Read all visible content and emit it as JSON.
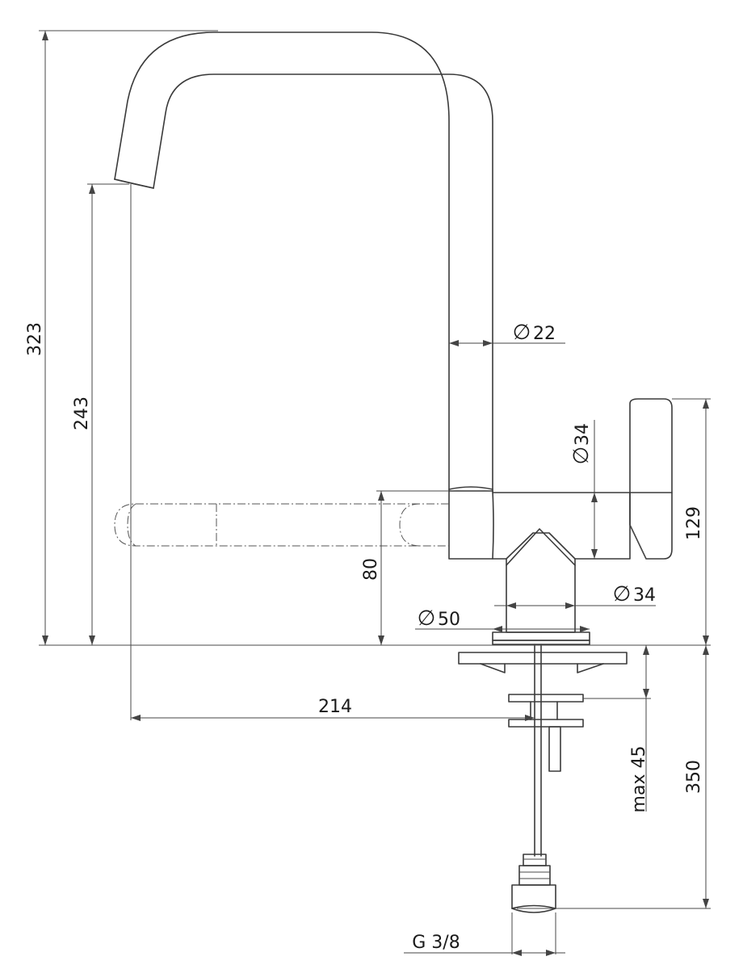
{
  "dimensions": {
    "d323": "323",
    "d243": "243",
    "d80": "80",
    "d214": "214",
    "d129": "129",
    "d350": "350",
    "max45": "max 45",
    "g38": "G 3/8",
    "dia22": "22",
    "dia34_top": "34",
    "dia34_body": "34",
    "dia50": "50"
  },
  "symbols": {
    "diameter": "∅"
  }
}
